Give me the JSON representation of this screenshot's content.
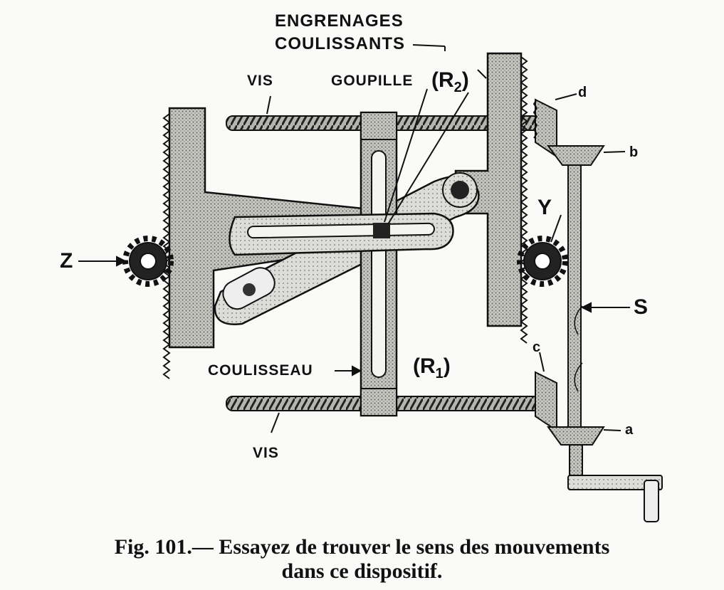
{
  "labels": {
    "engrenages_line1": "ENGRENAGES",
    "engrenages_line2": "COULISSANTS",
    "vis_top": "VIS",
    "goupille": "GOUPILLE",
    "r2": "(R",
    "r2_sub": "2",
    "r1": "(R",
    "r1_sub": "1",
    "close_paren": ")",
    "d": "d",
    "b": "b",
    "c": "c",
    "a": "a",
    "y": "Y",
    "z": "Z",
    "s": "S",
    "coulisseau": "COULISSEAU",
    "vis_bottom": "VIS"
  },
  "caption": {
    "line1": "Fig. 101.— Essayez de trouver le sens des mouvements",
    "line2": "dans ce dispositif."
  }
}
